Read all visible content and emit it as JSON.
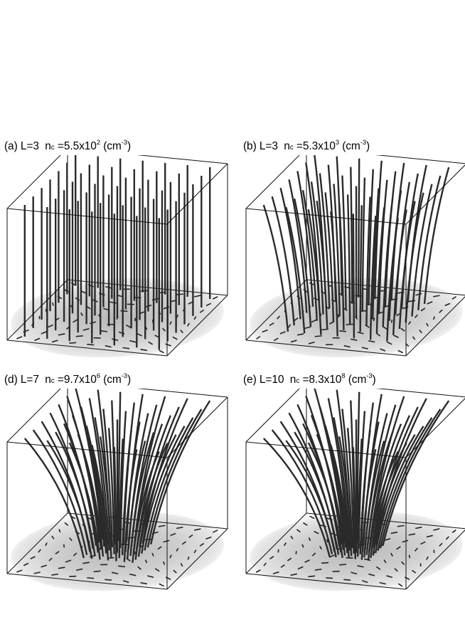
{
  "panels": [
    {
      "id": "a",
      "label": "(a) L=3",
      "n_symbol": "n",
      "n_subscript": "c",
      "value_prefix": " =5.5x10",
      "exponent": "2",
      "unit": " (cm",
      "unit_exponent": "-3",
      "unit_close": ")"
    },
    {
      "id": "b",
      "label": "(b) L=3",
      "n_symbol": "n",
      "n_subscript": "c",
      "value_prefix": " =5.3x10",
      "exponent": "3",
      "unit": " (cm",
      "unit_exponent": "-3",
      "unit_close": ")"
    },
    {
      "id": "d",
      "label": "(d) L=7",
      "n_symbol": "n",
      "n_subscript": "c",
      "value_prefix": " =9.7x10",
      "exponent": "6",
      "unit": " (cm",
      "unit_exponent": "-3",
      "unit_close": ")"
    },
    {
      "id": "e",
      "label": "(e) L=10",
      "n_symbol": "n",
      "n_subscript": "c",
      "value_prefix": " =8.3x10",
      "exponent": "8",
      "unit": " (cm",
      "unit_exponent": "-3",
      "unit_close": ")"
    }
  ],
  "colors": {
    "line": "#2a2a2a",
    "box": "#111111",
    "floor_outer": "#e6e6e6",
    "floor_mid": "#cfcfcf",
    "floor_inner": "#b9b9b9",
    "arrow": "#222222"
  }
}
